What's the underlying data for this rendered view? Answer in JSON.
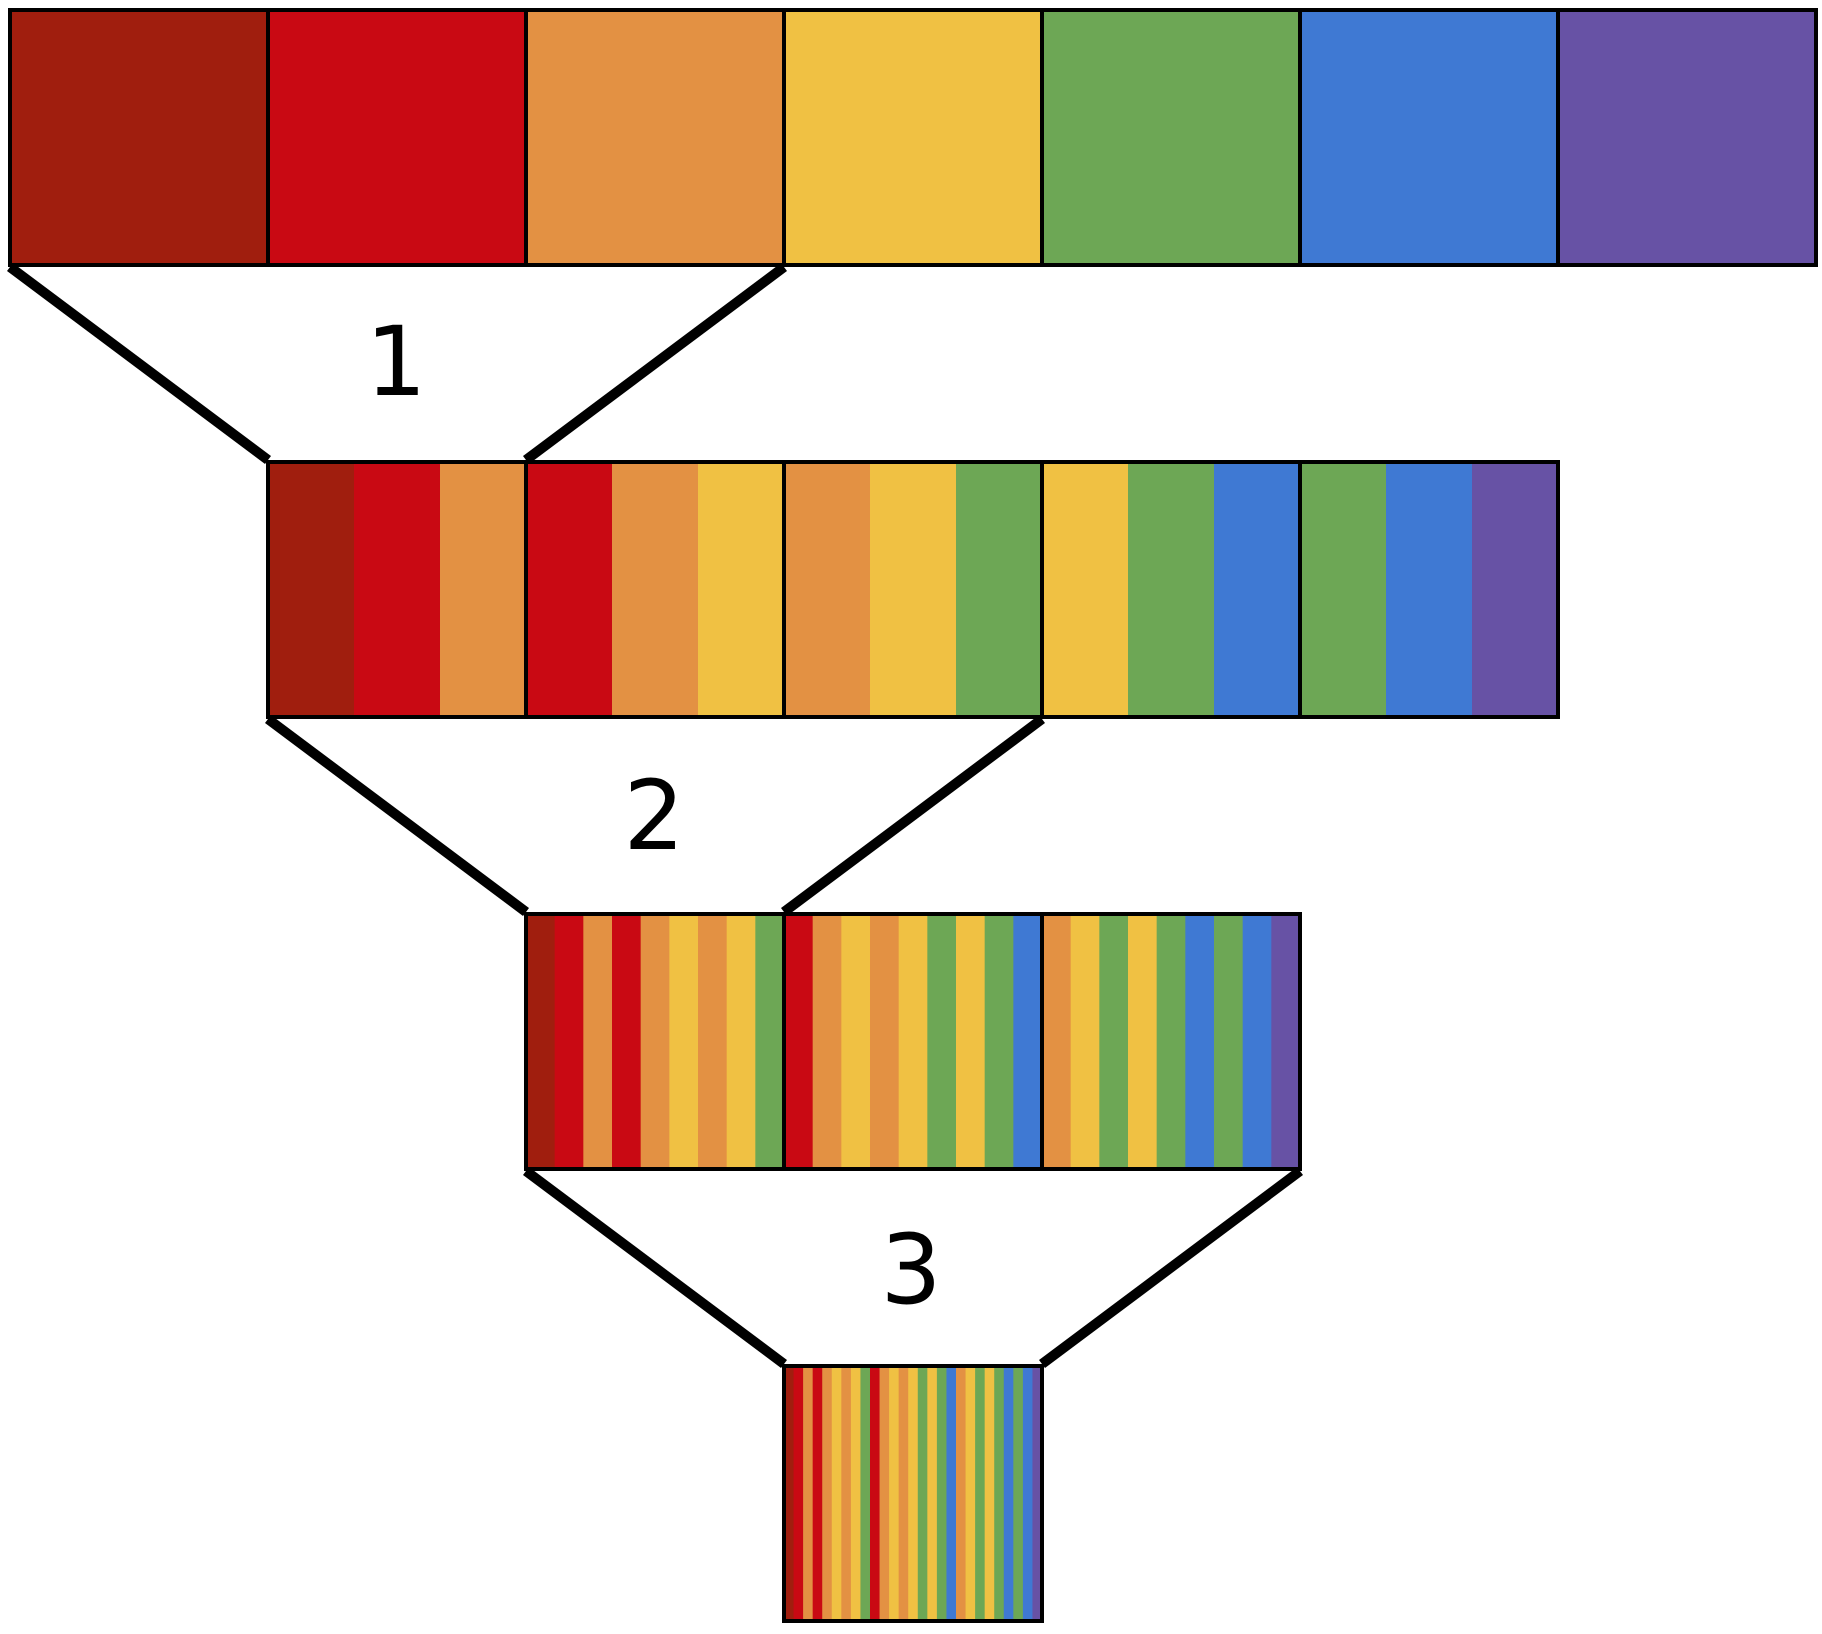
{
  "colors": {
    "c1": "#A01E0E",
    "c2": "#C90913",
    "c3": "#E39143",
    "c4": "#F0C143",
    "c5": "#6DA755",
    "c6": "#3F79D3",
    "c7": "#6752A5",
    "outline": "#000000"
  },
  "levels": [
    {
      "groups": [
        [
          "c1"
        ],
        [
          "c2"
        ],
        [
          "c3"
        ],
        [
          "c4"
        ],
        [
          "c5"
        ],
        [
          "c6"
        ],
        [
          "c7"
        ]
      ]
    },
    {
      "groups": [
        [
          "c1",
          "c2",
          "c3"
        ],
        [
          "c2",
          "c3",
          "c4"
        ],
        [
          "c3",
          "c4",
          "c5"
        ],
        [
          "c4",
          "c5",
          "c6"
        ],
        [
          "c5",
          "c6",
          "c7"
        ]
      ]
    },
    {
      "groups": [
        [
          "c1",
          "c2",
          "c3",
          "c2",
          "c3",
          "c4",
          "c3",
          "c4",
          "c5"
        ],
        [
          "c2",
          "c3",
          "c4",
          "c3",
          "c4",
          "c5",
          "c4",
          "c5",
          "c6"
        ],
        [
          "c3",
          "c4",
          "c5",
          "c4",
          "c5",
          "c6",
          "c5",
          "c6",
          "c7"
        ]
      ]
    },
    {
      "groups": [
        [
          "c1",
          "c2",
          "c3",
          "c2",
          "c3",
          "c4",
          "c3",
          "c4",
          "c5",
          "c2",
          "c3",
          "c4",
          "c3",
          "c4",
          "c5",
          "c4",
          "c5",
          "c6",
          "c3",
          "c4",
          "c5",
          "c4",
          "c5",
          "c6",
          "c5",
          "c6",
          "c7"
        ]
      ]
    }
  ],
  "stage_labels": [
    "1",
    "2",
    "3"
  ]
}
